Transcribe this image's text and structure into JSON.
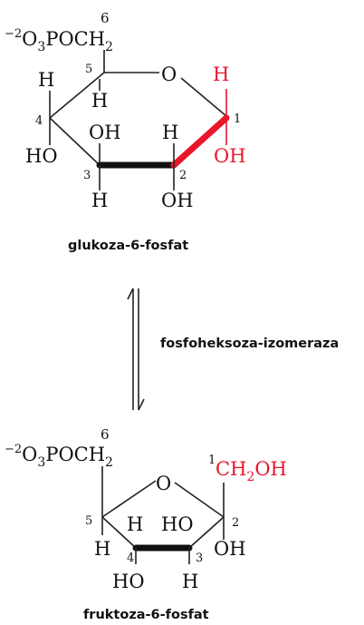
{
  "glucose": {
    "phosphate_group": {
      "charge": "−2",
      "o": "O",
      "o_sub": "3",
      "poch": "POCH",
      "h_sub": "2"
    },
    "c6_label": "6",
    "ring_o": "O",
    "c1_h": "H",
    "c1_oh": "OH",
    "c2_h": "H",
    "c2_oh": "OH",
    "c3_oh": "OH",
    "c3_h": "H",
    "c4_h": "H",
    "c4_ho": "HO",
    "c5_h": "H",
    "numbers": {
      "n1": "1",
      "n2": "2",
      "n3": "3",
      "n4": "4",
      "n5": "5"
    },
    "name": "glukoza-6-fosfat"
  },
  "enzyme": "fosfoheksoza-izomeraza",
  "fructose": {
    "phosphate_group": {
      "charge": "−2",
      "o": "O",
      "o_sub": "3",
      "poch": "POCH",
      "h_sub": "2"
    },
    "c6_label": "6",
    "ring_o": "O",
    "c1_label": "1",
    "ch2oh": {
      "ch": "CH",
      "sub": "2",
      "oh": "OH"
    },
    "c3_h_top": "H",
    "c3_ho_top": "HO",
    "c2_oh": "OH",
    "c5_h": "H",
    "c4_ho": "HO",
    "c3_h": "H",
    "numbers": {
      "n2": "2",
      "n3": "3",
      "n4": "4",
      "n5": "5"
    },
    "name": "fruktoza-6-fosfat"
  },
  "colors": {
    "highlight": "#e8162a",
    "ink": "#111111"
  }
}
